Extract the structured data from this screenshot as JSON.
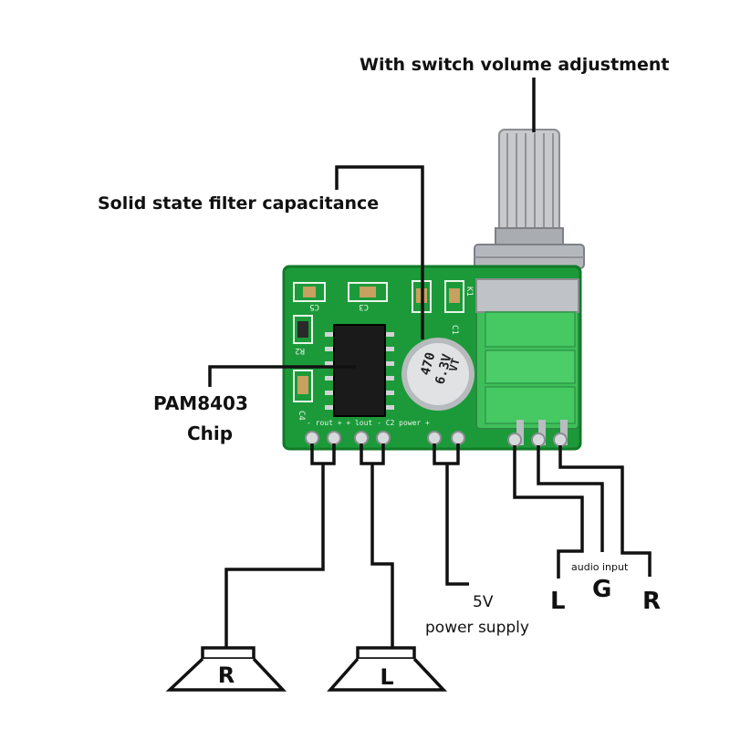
{
  "labels": {
    "volume": "With switch volume adjustment",
    "capacitor": "Solid state filter capacitance",
    "chip_line1": "PAM8403",
    "chip_line2": "Chip",
    "power_line1": "5V",
    "power_line2": "power supply",
    "audio_input": "audio input",
    "input_l": "L",
    "input_g": "G",
    "input_r": "R",
    "speaker_r": "R",
    "speaker_l": "L"
  },
  "pcb": {
    "silk_c5": "C5",
    "silk_c3": "C3",
    "silk_c1": "C1",
    "silk_k1": "K1",
    "silk_r2": "R2",
    "silk_c4": "C4",
    "silk_bottom": "- rout +  + lout -  C2  power  + ",
    "cap_line1": "470",
    "cap_line2": "6.3V",
    "cap_line3": "VT"
  },
  "colors": {
    "board": "#1c9a3a",
    "board_edge": "#127a2a",
    "pot_body": "#3fbf5a",
    "metal": "#b9bcc0",
    "chip": "#1a1a1a",
    "capacitor": "#d8d8d8",
    "wire": "#111111"
  }
}
